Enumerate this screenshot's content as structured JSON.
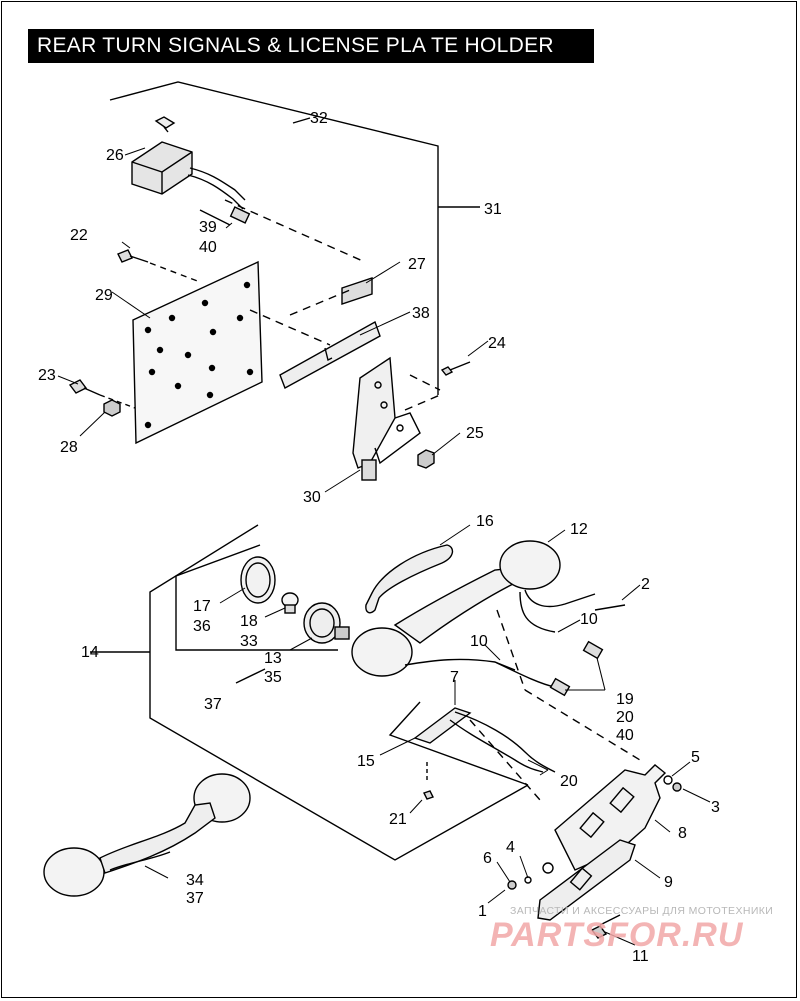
{
  "title": "REAR TURN SIGNALS & LICENSE PLA TE HOLDER",
  "callouts": {
    "c1": "1",
    "c2": "2",
    "c3": "3",
    "c4": "4",
    "c5": "5",
    "c6": "6",
    "c7": "7",
    "c8": "8",
    "c9": "9",
    "c10a": "10",
    "c10b": "10",
    "c11": "11",
    "c12": "12",
    "c13": "13",
    "c14": "14",
    "c15": "15",
    "c16": "16",
    "c17": "17",
    "c18": "18",
    "c19": "19",
    "c20a": "20",
    "c20b": "20",
    "c21": "21",
    "c22": "22",
    "c23": "23",
    "c24": "24",
    "c25": "25",
    "c26": "26",
    "c27": "27",
    "c28": "28",
    "c29": "29",
    "c30": "30",
    "c31": "31",
    "c32": "32",
    "c33": "33",
    "c34": "34",
    "c35": "35",
    "c36": "36",
    "c37a": "37",
    "c37b": "37",
    "c38": "38",
    "c39": "39",
    "c40a": "40",
    "c40b": "40"
  },
  "watermark": {
    "text": "ЗАПЧАСТИ И АКСЕССУАРЫ ДЛЯ МОТОТЕХНИКИ",
    "logo": "PARTSFOR.RU"
  }
}
